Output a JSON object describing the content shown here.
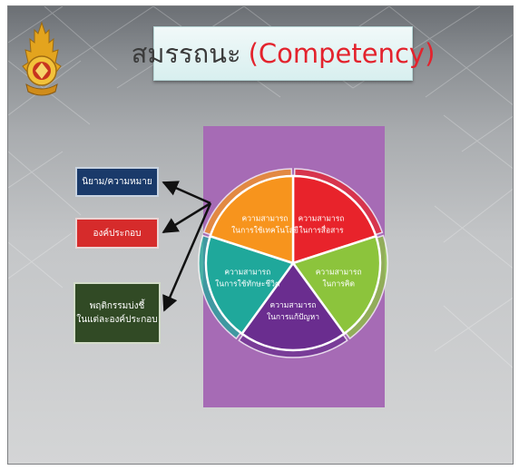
{
  "title": {
    "thai": "สมรรถนะ",
    "english": "(Competency)"
  },
  "boxes": {
    "definition": "นิยาม/ความหมาย",
    "components": "องค์ประกอบ",
    "behavior_line1": "พฤติกรรมบ่งชี้",
    "behavior_line2": "ในแต่ละองค์ประกอบ"
  },
  "wheel": {
    "segments": [
      {
        "line1": "ความสามารถ",
        "line2": "ในการสื่อสาร",
        "color": "#e8232b"
      },
      {
        "line1": "ความสามารถ",
        "line2": "ในการคิด",
        "color": "#8cc43c"
      },
      {
        "line1": "ความสามารถ",
        "line2": "ในการแก้ปัญหา",
        "color": "#6a2d8f"
      },
      {
        "line1": "ความสามารถ",
        "line2": "ในการใช้ทักษะชีวิต",
        "color": "#1fa89b"
      },
      {
        "line1": "ความสามารถ",
        "line2": "ในการใช้เทคโนโลยี",
        "color": "#f7941d"
      }
    ]
  },
  "colors": {
    "title_english": "#e3232d",
    "panel_background": "#a66bb5"
  }
}
